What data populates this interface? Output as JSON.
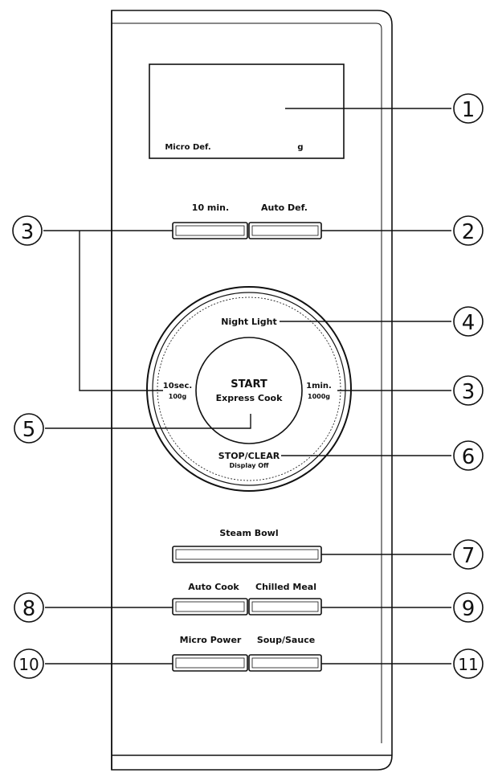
{
  "display": {
    "mode_text": "Micro  Def.",
    "unit_text": "g"
  },
  "buttons": {
    "ten_min": "10 min.",
    "auto_def": "Auto Def.",
    "steam_bowl": "Steam Bowl",
    "auto_cook": "Auto Cook",
    "chilled_meal": "Chilled Meal",
    "micro_power": "Micro Power",
    "soup_sauce": "Soup/Sauce"
  },
  "dial": {
    "night_light": "Night Light",
    "left_top": "10sec.",
    "left_bottom": "100g",
    "right_top": "1min.",
    "right_bottom": "1000g",
    "start": "START",
    "express_cook": "Express Cook",
    "stop_clear": "STOP/CLEAR",
    "display_off": "Display Off"
  },
  "callouts": {
    "c1": "1",
    "c2": "2",
    "c3_left": "3",
    "c3_right": "3",
    "c4": "4",
    "c5": "5",
    "c6": "6",
    "c7": "7",
    "c8": "8",
    "c9": "9",
    "c10": "10",
    "c11": "11"
  }
}
